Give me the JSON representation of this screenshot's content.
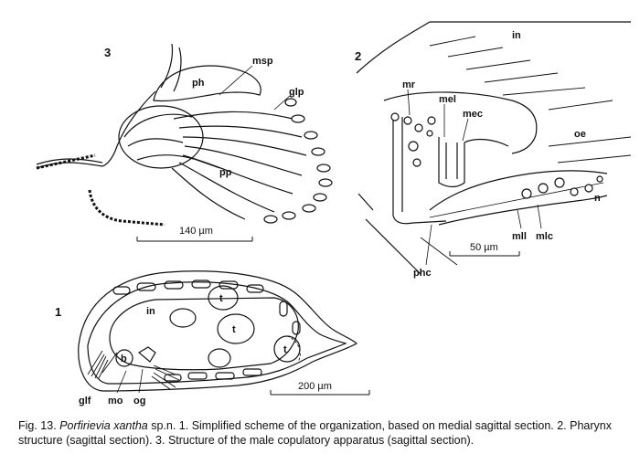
{
  "panels": {
    "p3": {
      "number": "3",
      "labels": {
        "ph": "ph",
        "msp": "msp",
        "glp": "glp",
        "pp": "pp"
      },
      "scale": "140 µm"
    },
    "p2": {
      "number": "2",
      "labels": {
        "in": "in",
        "mr": "mr",
        "mel": "mel",
        "mec": "mec",
        "oe": "oe",
        "n": "n",
        "mll": "mll",
        "mlc": "mlc",
        "phc": "phc"
      },
      "scale": "50 µm"
    },
    "p1": {
      "number": "1",
      "labels": {
        "in": "in",
        "t1": "t",
        "t2": "t",
        "t3": "t",
        "b": "b",
        "glf": "glf",
        "mo": "mo",
        "og": "og"
      },
      "scale": "200 µm"
    }
  },
  "caption": {
    "prefix": "Fig. 13. ",
    "species": "Porfirievia xantha",
    "rest": " sp.n. 1. Simplified scheme of the organization, based on medial sagittal section. 2. Pharynx structure (sagittal section). 3. Structure of the male copulatory apparatus (sagittal section)."
  }
}
